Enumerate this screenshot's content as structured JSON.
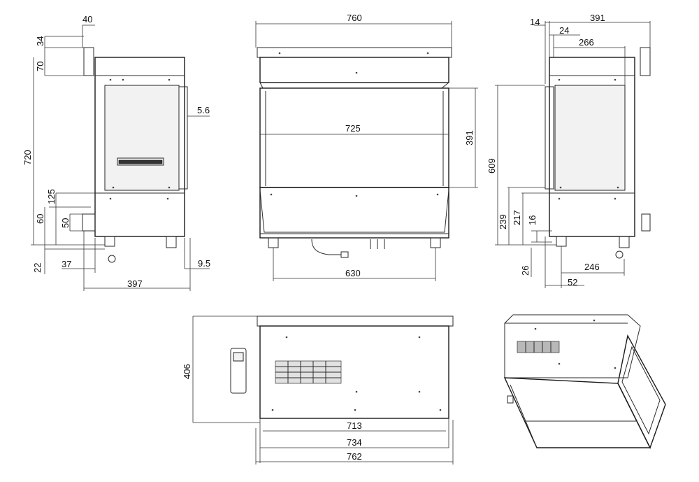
{
  "dimensions": {
    "side_left": {
      "d40": "40",
      "d34": "34",
      "d70": "70",
      "d720": "720",
      "d5_6": "5.6",
      "d125": "125",
      "d60": "60",
      "d50": "50",
      "d22": "22",
      "d37": "37",
      "d9_5": "9.5",
      "d397": "397"
    },
    "front": {
      "d760": "760",
      "d725": "725",
      "d391": "391",
      "d630": "630"
    },
    "side_right": {
      "d391": "391",
      "d14": "14",
      "d24": "24",
      "d266": "266",
      "d609": "609",
      "d239": "239",
      "d217": "217",
      "d16": "16",
      "d26": "26",
      "d246": "246",
      "d52": "52"
    },
    "top": {
      "d406": "406",
      "d713": "713",
      "d734": "734",
      "d762": "762"
    }
  }
}
